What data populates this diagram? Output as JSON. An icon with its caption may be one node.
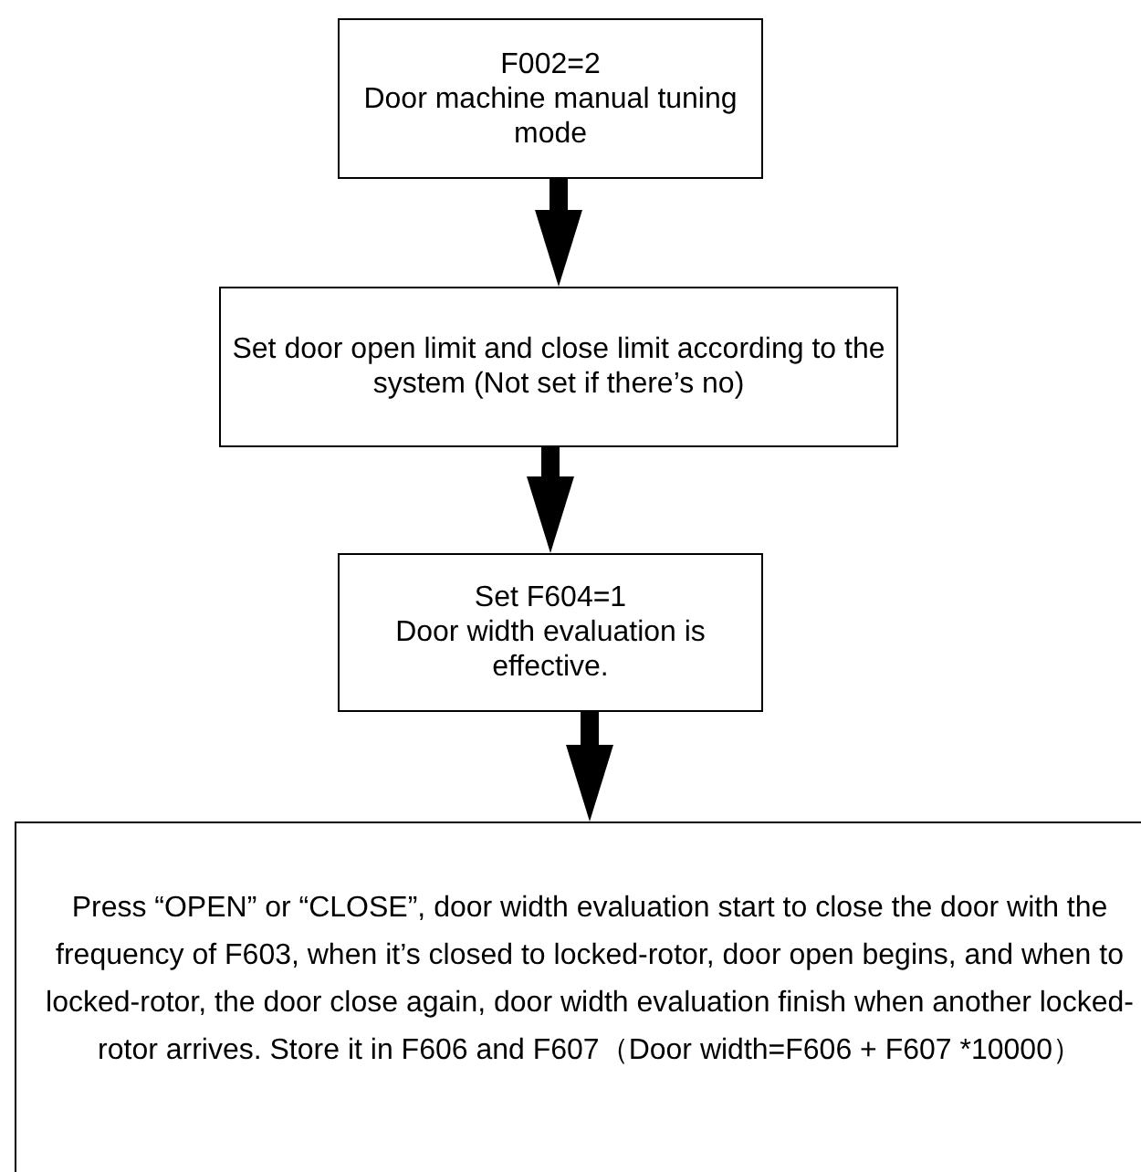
{
  "diagram": {
    "nodes": [
      {
        "text": [
          "F002=2",
          "Door machine manual tuning mode"
        ]
      },
      {
        "text": [
          "Set door open limit and close limit according to the system (Not set if there’s no)"
        ]
      },
      {
        "text": [
          "Set F604=1",
          "Door width evaluation is effective."
        ]
      },
      {
        "text": [
          "Press “OPEN” or “CLOSE”, door width evaluation start to close the door with the frequency of F603, when it’s closed to locked-rotor, door open begins, and when to locked-rotor, the door close again, door width evaluation finish when another locked-rotor arrives. Store it in F606 and F607（Door width=F606 + F607 *10000）"
        ]
      }
    ],
    "edges": [
      {
        "from": 0,
        "to": 1,
        "arrow": "to"
      },
      {
        "from": 1,
        "to": 2,
        "arrow": "to"
      },
      {
        "from": 2,
        "to": 3,
        "arrow": "to"
      }
    ]
  }
}
